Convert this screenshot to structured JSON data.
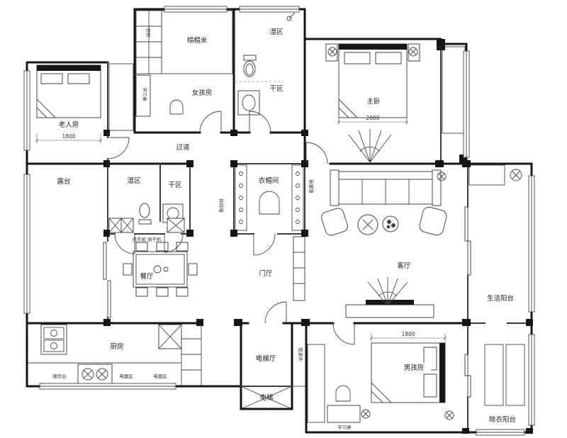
{
  "plan": {
    "rooms": {
      "elder": "老人房",
      "tatami": "榻榻米",
      "girl": "女孩房",
      "bath_wet": "湿区",
      "bath_dry": "干区",
      "master": "主卧",
      "corridor": "过道",
      "terrace": "露台",
      "wet2": "湿区",
      "dry2": "干区",
      "cloak": "衣帽间",
      "dining": "餐厅",
      "foyer": "门厅",
      "living": "客厅",
      "living_balcony": "生活阳台",
      "kitchen": "厨房",
      "lift_hall": "电梯厅",
      "lift": "电梯",
      "boy": "男孩房",
      "dry_balcony": "晾衣阳台"
    },
    "labels": {
      "wardrobe": "衣柜",
      "desk_top": "学习桌",
      "desk_bottom": "学习桌",
      "washer_dryer": "洗衣机 烘干机",
      "demolish_wall": "拆除墙",
      "new_wall": "新建墙",
      "counter": "操作台",
      "appliance1": "电器区",
      "appliance2": "电器区",
      "shaft": "管道井"
    },
    "dims": {
      "elder": "1800",
      "master": "2000",
      "boy": "1800"
    }
  }
}
